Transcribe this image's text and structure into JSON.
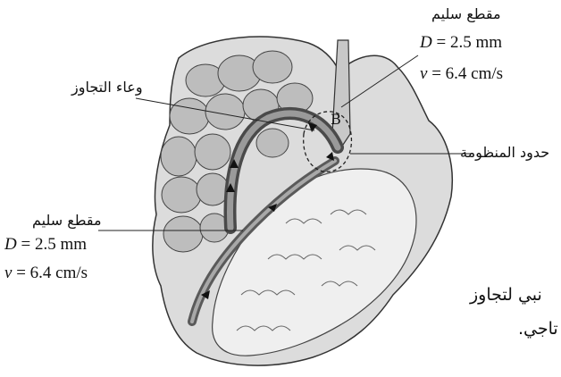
{
  "labels": {
    "top_segment": {
      "title": "مقطع سليم",
      "diameter_var": "D",
      "diameter": "= 2.5 mm",
      "velocity_var": "v",
      "velocity": "= 6.4 cm/s"
    },
    "bypass_vessel": "وعاء التجاوز",
    "system_boundary": "حدود المنظومة",
    "bottom_segment": {
      "title": "مقطع سليم",
      "diameter_var": "D",
      "diameter": "= 2.5 mm",
      "velocity_var": "v",
      "velocity": "= 6.4 cm/s"
    },
    "point_marker": "B"
  },
  "side_text": {
    "line1": "نبي لتجاوز",
    "line2": "تاجي."
  },
  "colors": {
    "ink": "#111111",
    "tissue_fill": "#d9d9d9",
    "vessel_fill": "#8a8a8a",
    "line": "#333333"
  }
}
